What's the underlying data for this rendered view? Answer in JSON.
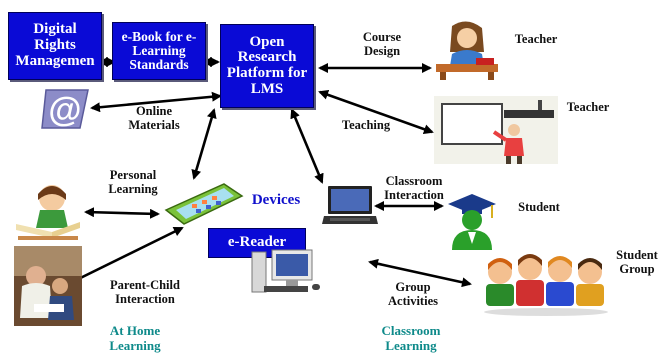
{
  "boxes": {
    "drm": "Digital Rights Managemen",
    "ebook": "e-Book for e-Learning Standards",
    "platform": "Open Research Platform for LMS",
    "ereader": "e-Reader"
  },
  "labels": {
    "online_materials": "Online\nMaterials",
    "course_design": "Course\nDesign",
    "teaching": "Teaching",
    "teacher_1": "Teacher",
    "teacher_2": "Teacher",
    "personal_learning": "Personal\nLearning",
    "devices": "Devices",
    "classroom_interaction": "Classroom\nInteraction",
    "student": "Student",
    "student_group": "Student\nGroup",
    "parent_child": "Parent-Child\nInteraction",
    "group_activities": "Group\nActivities",
    "at_home_learning": "At Home\nLearning",
    "classroom_learning": "Classroom\nLearning"
  },
  "icons": {
    "email": "at-sign-icon",
    "teacher_desk": "teacher-at-desk-icon",
    "teacher_board": "teacher-whiteboard-icon",
    "child": "child-reading-icon",
    "tablet": "tablet-icon",
    "laptop": "laptop-icon",
    "desktop": "desktop-computer-icon",
    "graduate": "graduate-student-icon",
    "kids": "student-group-icon",
    "parent_photo": "parent-child-photo"
  },
  "colors": {
    "box_blue": "#0a0ad6",
    "teal_text": "#0e8a8a",
    "devices_blue": "#1010cc"
  }
}
